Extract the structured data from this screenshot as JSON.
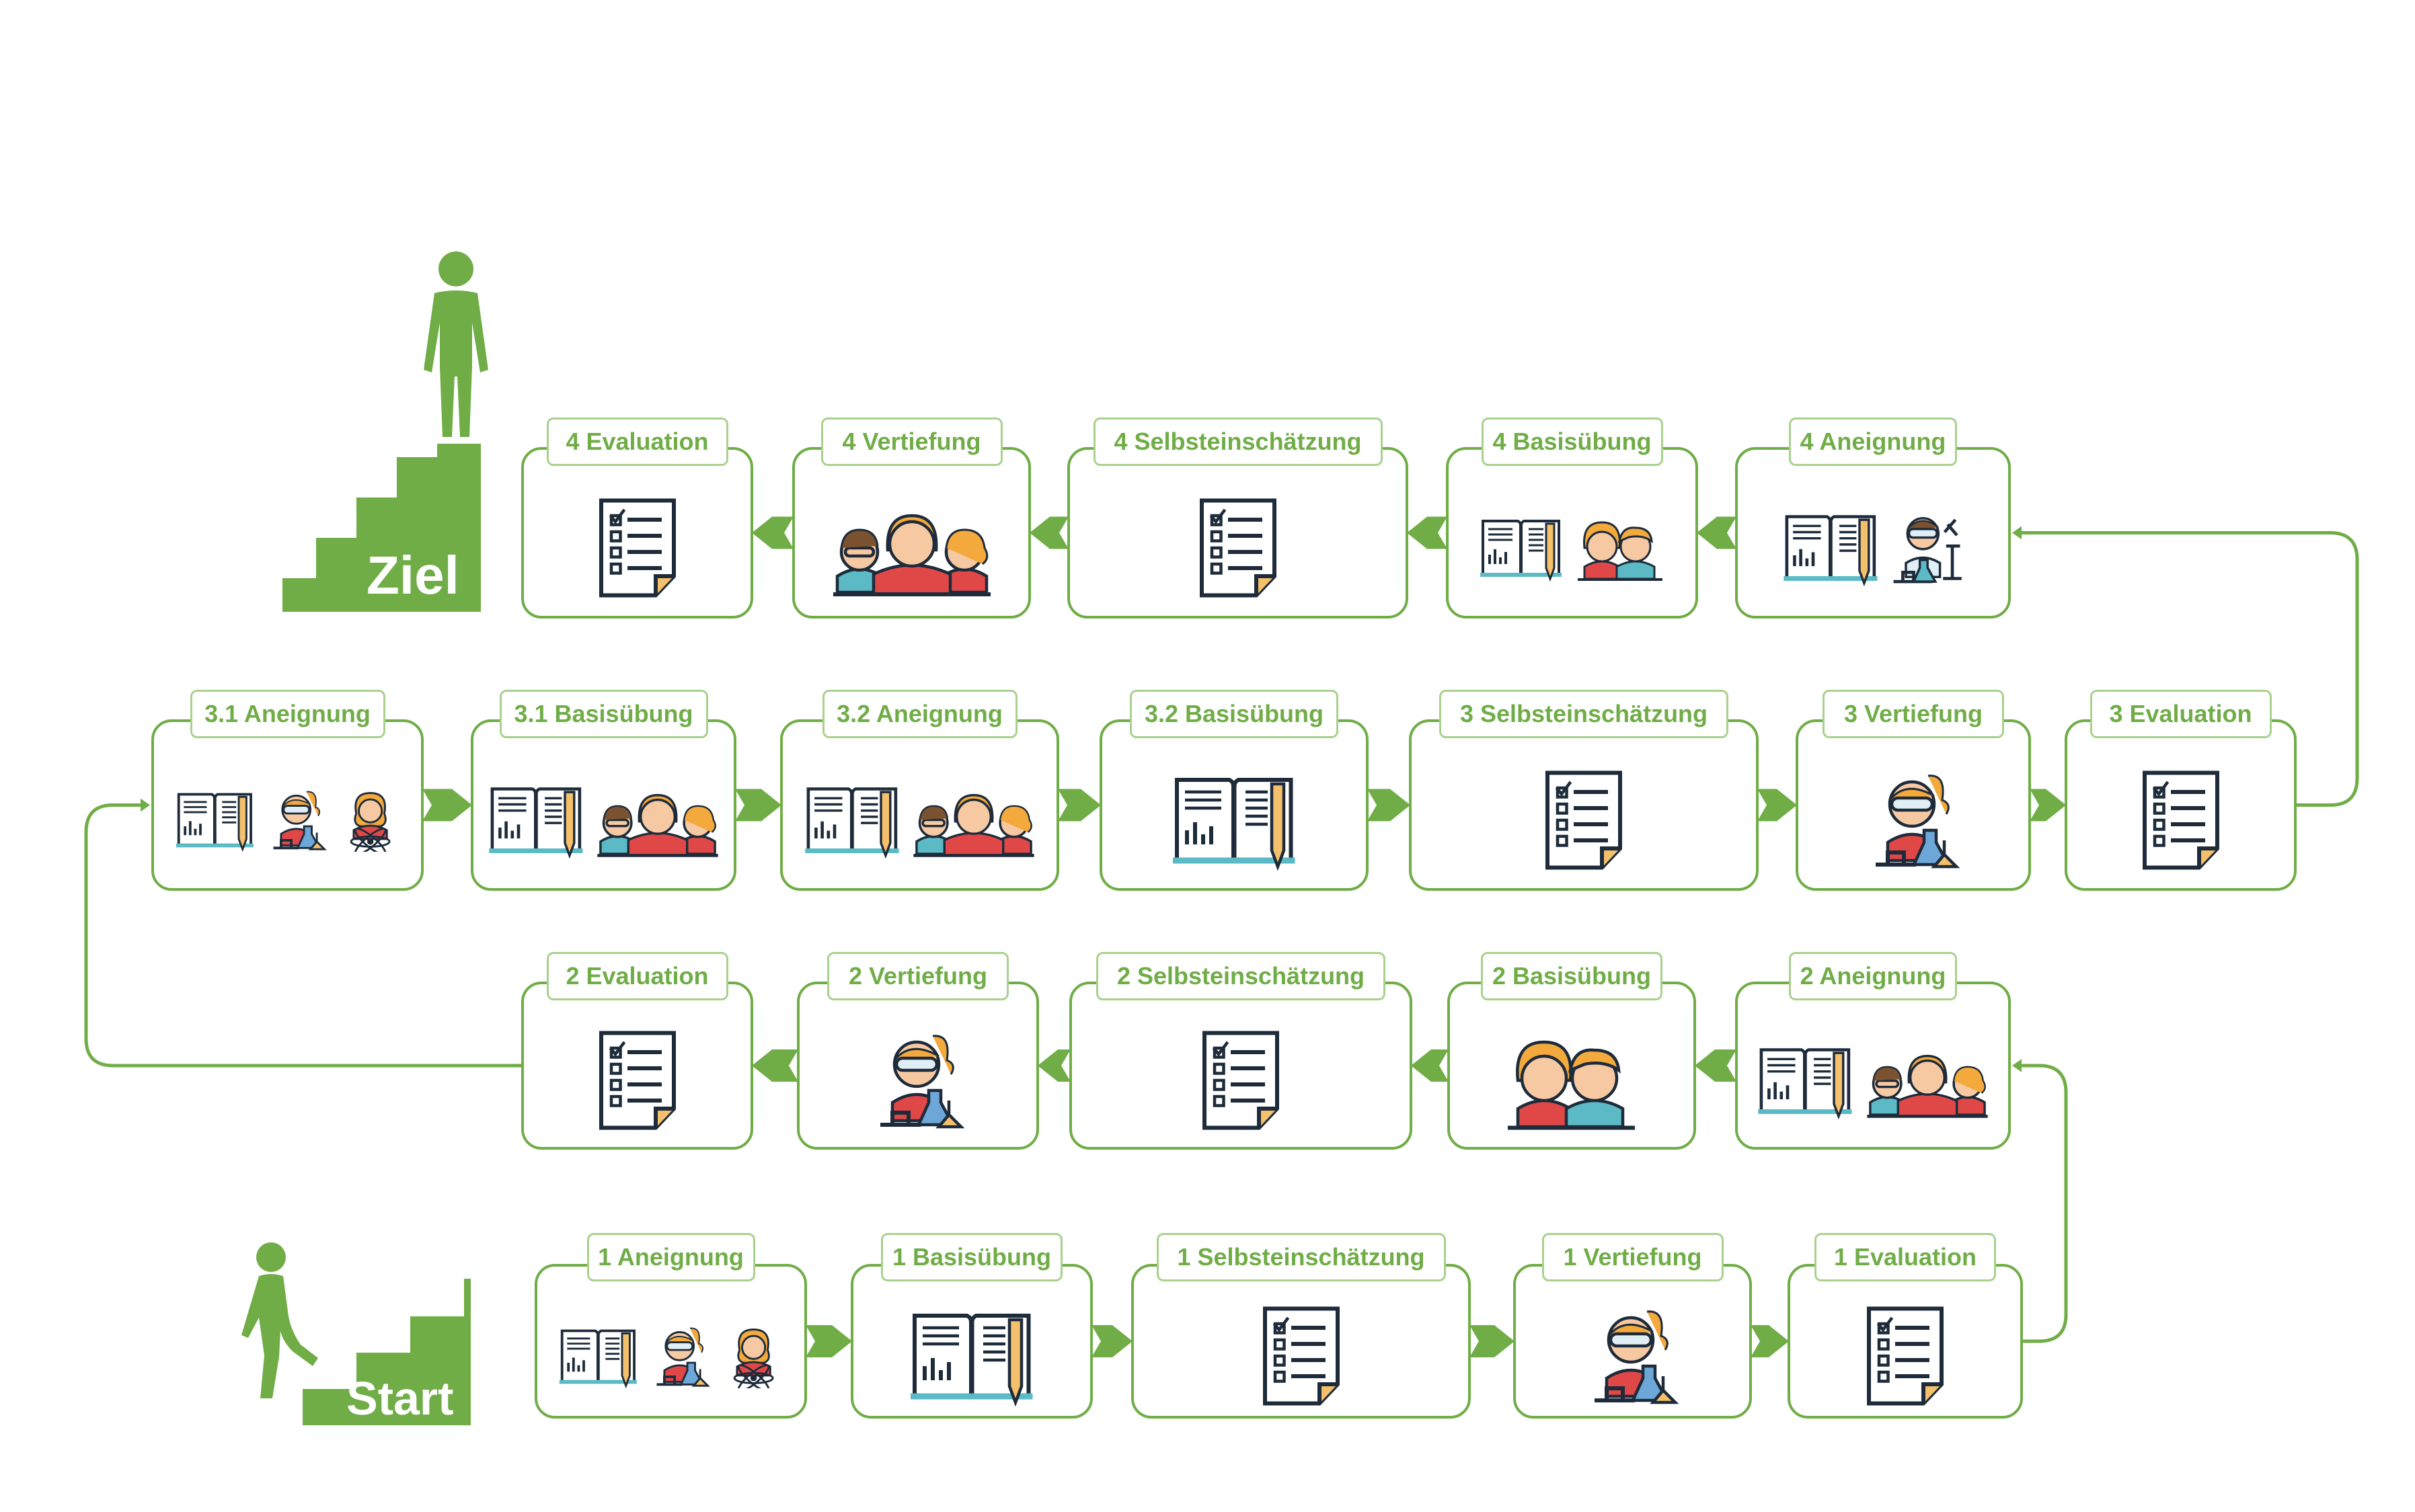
{
  "colors": {
    "accent": "#70ad47",
    "accent_light": "#a9d18e",
    "ink": "#1d2b3a"
  },
  "start_label": "Start",
  "goal_label": "Ziel",
  "rows": [
    {
      "id": "row1",
      "direction": "right",
      "steps": [
        {
          "label": "1 Aneignung",
          "icons": [
            "book-icon",
            "scientist-icon",
            "atom-student-icon"
          ]
        },
        {
          "label": "1 Basisübung",
          "icons": [
            "book-icon"
          ]
        },
        {
          "label": "1 Selbsteinschätzung",
          "icons": [
            "checklist-icon"
          ]
        },
        {
          "label": "1 Vertiefung",
          "icons": [
            "scientist-icon"
          ]
        },
        {
          "label": "1 Evaluation",
          "icons": [
            "checklist-icon"
          ]
        }
      ]
    },
    {
      "id": "row2",
      "direction": "left",
      "steps": [
        {
          "label": "2 Aneignung",
          "icons": [
            "book-icon",
            "group-icon"
          ]
        },
        {
          "label": "2 Basisübung",
          "icons": [
            "pair-icon"
          ]
        },
        {
          "label": "2 Selbsteinschätzung",
          "icons": [
            "checklist-icon"
          ]
        },
        {
          "label": "2 Vertiefung",
          "icons": [
            "scientist-icon"
          ]
        },
        {
          "label": "2 Evaluation",
          "icons": [
            "checklist-icon"
          ]
        }
      ]
    },
    {
      "id": "row3",
      "direction": "right",
      "steps": [
        {
          "label": "3.1 Aneignung",
          "icons": [
            "book-icon",
            "scientist-icon",
            "atom-student-icon"
          ]
        },
        {
          "label": "3.1 Basisübung",
          "icons": [
            "book-icon",
            "group-icon"
          ]
        },
        {
          "label": "3.2 Aneignung",
          "icons": [
            "book-icon",
            "group-icon"
          ]
        },
        {
          "label": "3.2 Basisübung",
          "icons": [
            "book-icon"
          ]
        },
        {
          "label": "3 Selbsteinschätzung",
          "icons": [
            "checklist-icon"
          ]
        },
        {
          "label": "3 Vertiefung",
          "icons": [
            "scientist-icon"
          ]
        },
        {
          "label": "3 Evaluation",
          "icons": [
            "checklist-icon"
          ]
        }
      ]
    },
    {
      "id": "row4",
      "direction": "left",
      "steps": [
        {
          "label": "4 Aneignung",
          "icons": [
            "book-icon",
            "microscope-scientist-icon"
          ]
        },
        {
          "label": "4 Basisübung",
          "icons": [
            "book-icon",
            "pair-icon"
          ]
        },
        {
          "label": "4 Selbsteinschätzung",
          "icons": [
            "checklist-icon"
          ]
        },
        {
          "label": "4 Vertiefung",
          "icons": [
            "group-icon"
          ]
        },
        {
          "label": "4 Evaluation",
          "icons": [
            "checklist-icon"
          ]
        }
      ]
    }
  ]
}
